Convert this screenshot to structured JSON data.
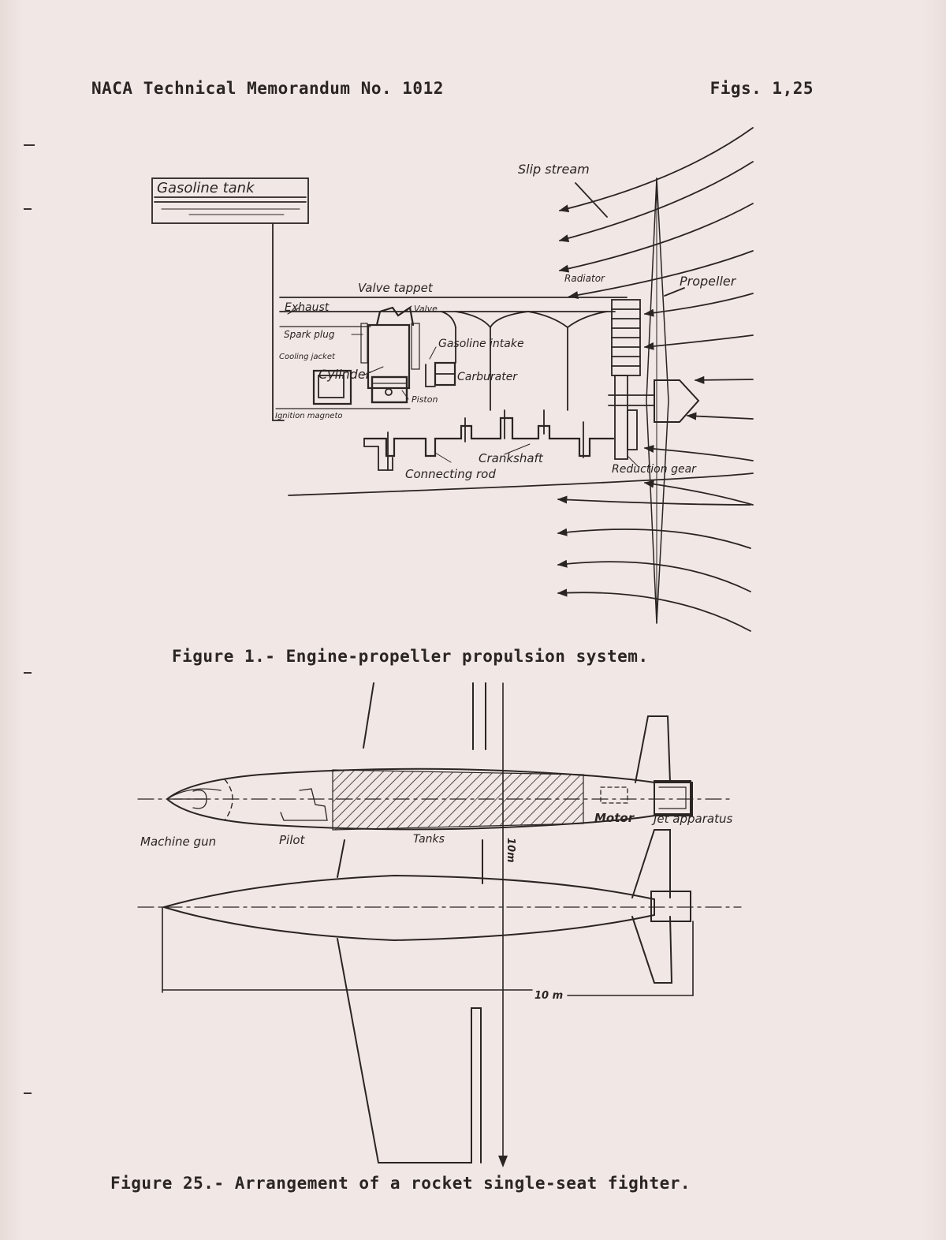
{
  "header": {
    "left": "NACA Technical Memorandum No. 1012",
    "right": "Figs. 1,25"
  },
  "figure1": {
    "caption": "Figure 1.- Engine-propeller propulsion system.",
    "labels": {
      "gasoline_tank": "Gasoline tank",
      "slip_stream": "Slip stream",
      "valve_tappet": "Valve tappet",
      "radiator": "Radiator",
      "propeller": "Propeller",
      "exhaust": "Exhaust",
      "valve": "Valve",
      "spark_plug": "Spark plug",
      "gasoline_intake": "Gasoline intake",
      "cooling_jacket": "Cooling jacket",
      "cylinder": "Cylinder",
      "carburater": "Carburater",
      "piston": "Piston",
      "ignition_magneto": "Ignition magneto",
      "crankshaft": "Crankshaft",
      "connecting_rod": "Connecting rod",
      "reduction_gear": "Reduction gear"
    }
  },
  "figure25": {
    "caption": "Figure 25.- Arrangement of a rocket single-seat fighter.",
    "labels": {
      "machine_gun": "Machine gun",
      "pilot": "Pilot",
      "tanks": "Tanks",
      "motor": "Motor",
      "jet_apparatus": "Jet apparatus",
      "dim_vertical": "10m",
      "dim_horizontal": "10 m"
    }
  },
  "colors": {
    "paper": "#efe4e1",
    "ink": "#2a2423"
  }
}
